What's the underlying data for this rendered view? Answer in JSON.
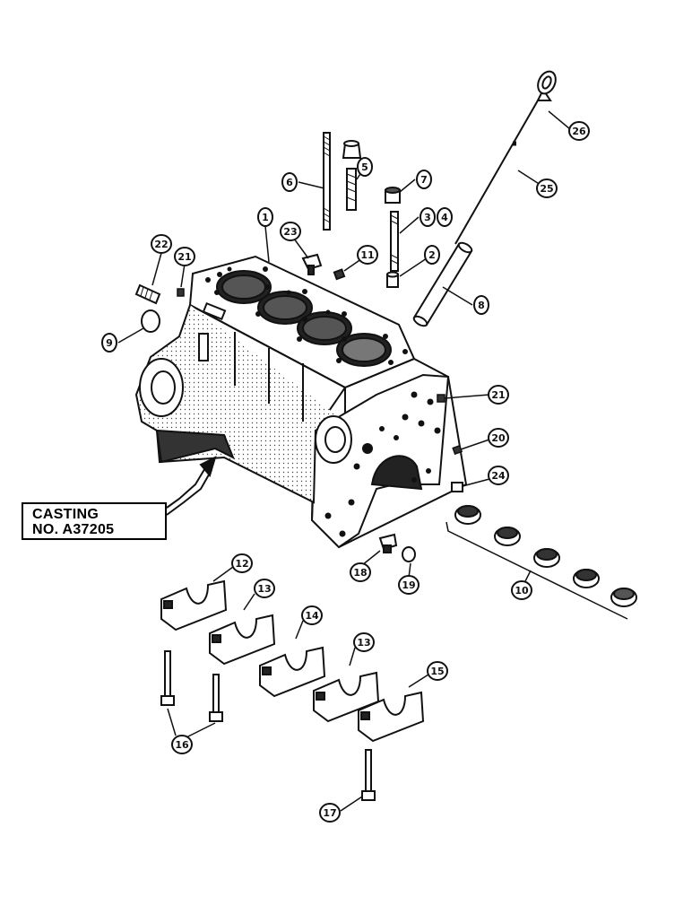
{
  "casting_label": {
    "line1": "CASTING",
    "line2": "NO. A37205"
  },
  "callouts": {
    "c1": "1",
    "c2": "2",
    "c3": "3",
    "c4": "4",
    "c5": "5",
    "c6": "6",
    "c7": "7",
    "c8": "8",
    "c9": "9",
    "c10": "10",
    "c11": "11",
    "c12": "12",
    "c13a": "13",
    "c13b": "13",
    "c14": "14",
    "c15": "15",
    "c16": "16",
    "c17": "17",
    "c18": "18",
    "c19": "19",
    "c20": "20",
    "c21a": "21",
    "c21b": "21",
    "c22": "22",
    "c23": "23",
    "c24": "24",
    "c25": "25",
    "c26": "26"
  },
  "colors": {
    "ink": "#111111",
    "paper": "#ffffff",
    "shade": "#d8d8d8"
  }
}
